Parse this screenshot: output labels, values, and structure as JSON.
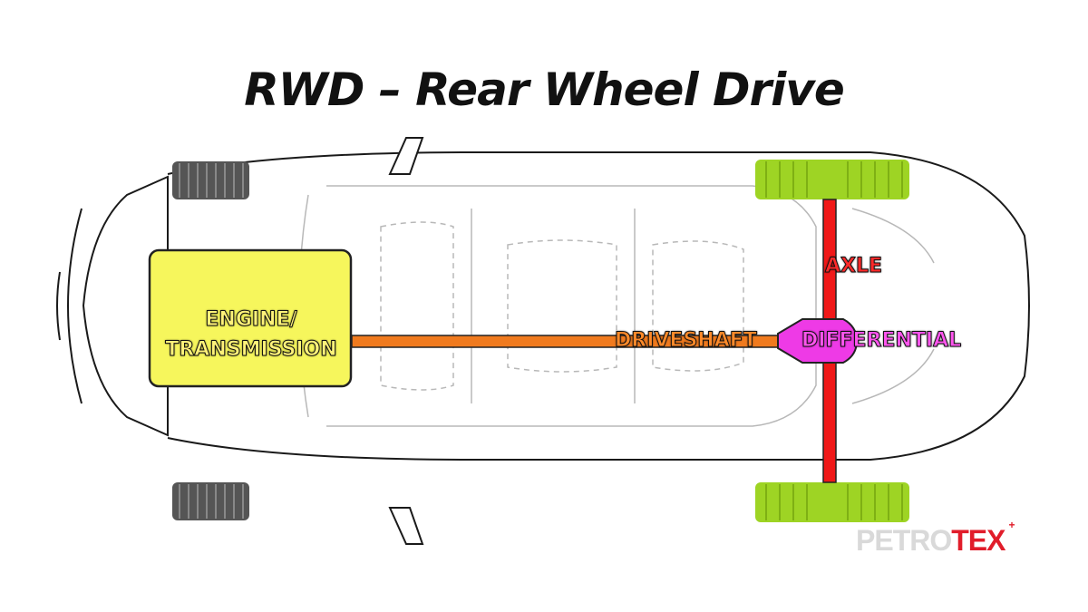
{
  "title": "RWD – Rear Wheel Drive",
  "labels": {
    "engine_line1": "ENGINE/",
    "engine_line2": "TRANSMISSION",
    "driveshaft": "DRIVESHAFT",
    "differential": "DIFFERENTIAL",
    "axle": "AXLE"
  },
  "logo": {
    "text_a": "PETRO",
    "text_b": "TEX",
    "plus": "+"
  },
  "colors": {
    "engine_fill": "#f6f65c",
    "driveshaft": "#f07a1e",
    "differential": "#ee3ae6",
    "axle": "#f01818",
    "driven_wheel": "#9ed424",
    "front_wheel": "#555555"
  }
}
